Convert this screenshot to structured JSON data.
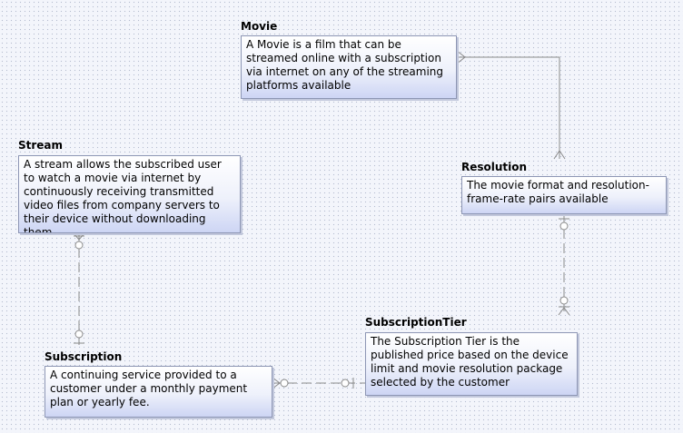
{
  "diagram": {
    "entities": {
      "movie": {
        "title": "Movie",
        "description": "A Movie is a film that can be streamed online with a subscription via internet on any of the streaming platforms available"
      },
      "stream": {
        "title": "Stream",
        "description": "A stream allows the subscribed user to watch a movie via internet by continuously receiving transmitted video files from company servers to their device without downloading them"
      },
      "resolution": {
        "title": "Resolution",
        "description": "The movie format and resolution-frame-rate pairs available"
      },
      "subscription": {
        "title": "Subscription",
        "description": "A continuing service provided to a customer under a monthly payment plan or yearly fee."
      },
      "subscription_tier": {
        "title": "SubscriptionTier",
        "description": "The Subscription Tier is the published price based on the device limit and movie resolution package selected by the customer"
      }
    }
  }
}
